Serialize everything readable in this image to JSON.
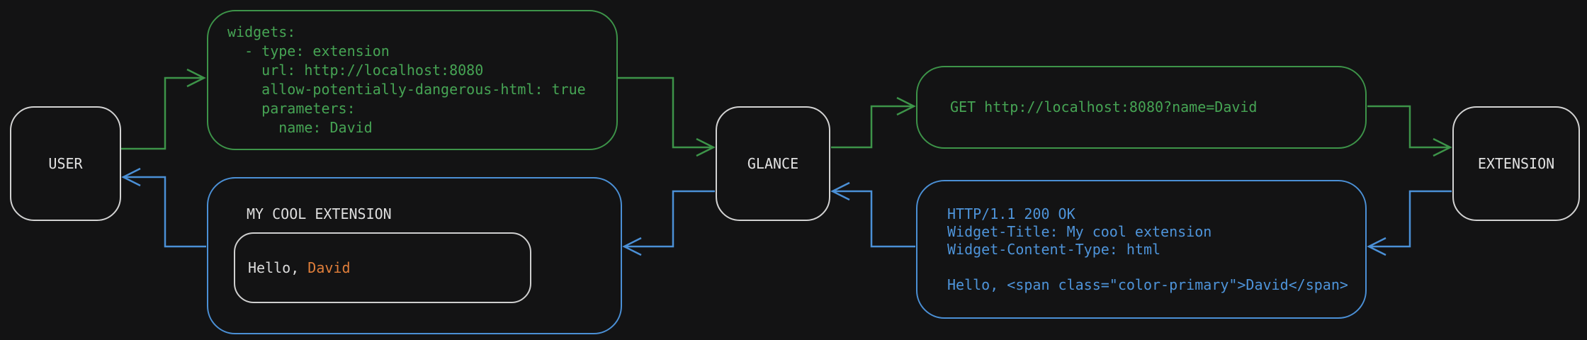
{
  "colors": {
    "background": "#131314",
    "request_green": "#3d9449",
    "request_green_text": "#46a454",
    "response_blue": "#4b90d6",
    "response_blue_text": "#4e94da",
    "accent_orange": "#e07e3a",
    "node_border": "#d2d2d2",
    "text_light": "#e2e2e2"
  },
  "nodes": {
    "user_label": "USER",
    "glance_label": "GLANCE",
    "extension_label": "EXTENSION"
  },
  "config_snippet": {
    "code": "widgets:\n  - type: extension\n    url: http://localhost:8080\n    allow-potentially-dangerous-html: true\n    parameters:\n      name: David"
  },
  "request_snippet": {
    "code": "GET http://localhost:8080?name=David"
  },
  "response_snippet": {
    "code": "HTTP/1.1 200 OK\nWidget-Title: My cool extension\nWidget-Content-Type: html\n\nHello, <span class=\"color-primary\">David</span>"
  },
  "rendered_widget": {
    "title": "MY COOL EXTENSION",
    "greeting_prefix": "Hello, ",
    "greeting_name": "David"
  }
}
